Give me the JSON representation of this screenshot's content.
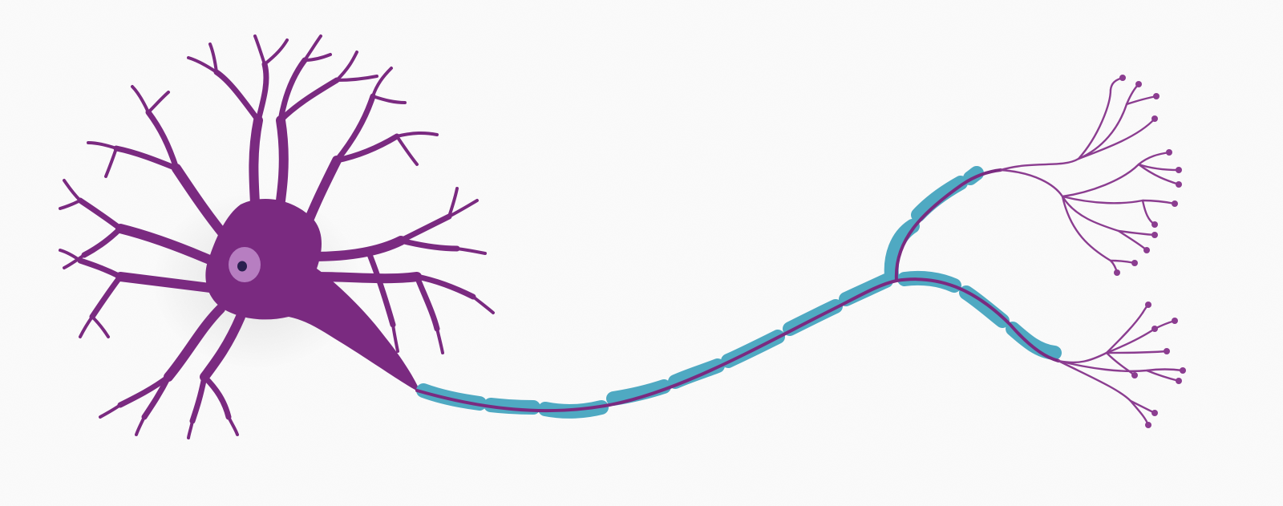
{
  "diagram": {
    "subject": "neuron",
    "labels": [],
    "colors": {
      "background": "#fbfbfb",
      "neuron": "#7a2a80",
      "neuron_light": "#8b3d90",
      "nucleus": "#b77ec1",
      "nucleolus": "#2a1f4f",
      "myelin": "#4fa9c2",
      "terminal": "#8b3d90"
    },
    "parts": [
      {
        "id": "dendrites",
        "icon": "dendrite-branches"
      },
      {
        "id": "cell-body",
        "icon": "soma"
      },
      {
        "id": "nucleus",
        "icon": "nucleus"
      },
      {
        "id": "axon",
        "icon": "axon-fiber"
      },
      {
        "id": "myelin-sheath",
        "icon": "myelin-segments"
      },
      {
        "id": "axon-terminals",
        "icon": "terminal-branches"
      }
    ]
  }
}
